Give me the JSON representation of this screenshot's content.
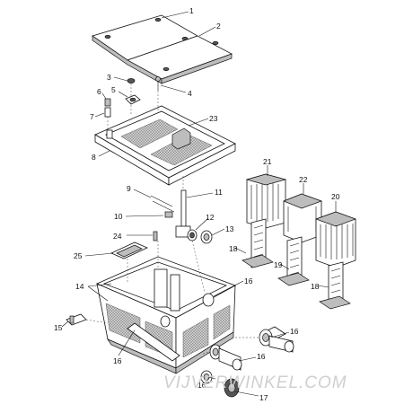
{
  "callouts": [
    "1",
    "2",
    "3",
    "4",
    "5",
    "6",
    "7",
    "8",
    "9",
    "10",
    "11",
    "12",
    "13",
    "14",
    "15",
    "16",
    "17",
    "18",
    "19",
    "20",
    "21",
    "22",
    "23",
    "24",
    "25"
  ],
  "watermark": "VIJVERWINKEL.COM"
}
